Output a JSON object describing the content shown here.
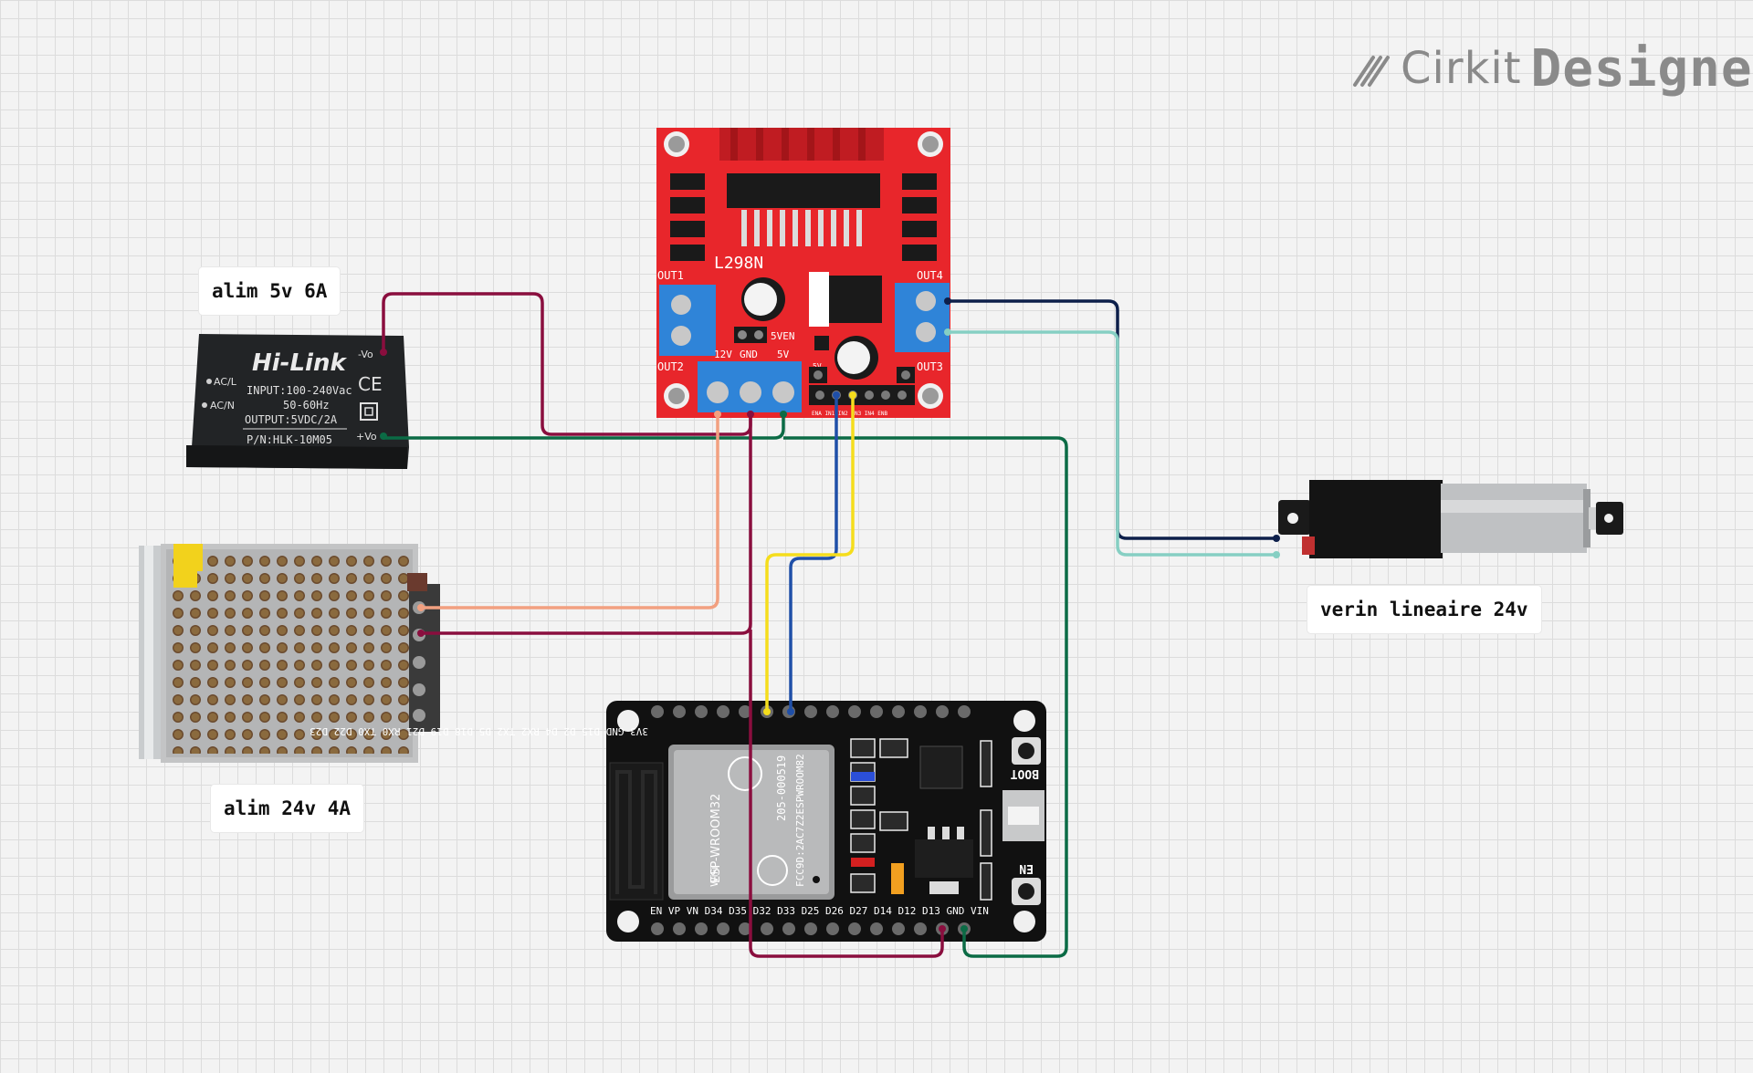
{
  "branding": {
    "brand": "Cirkit",
    "product": "Designer",
    "icon": "cirkit-logo-icon"
  },
  "labels": {
    "alim5v": "alim 5v 6A",
    "alim24v": "alim 24v 4A",
    "actuator": "verin lineaire 24v"
  },
  "hlk": {
    "logo": "Hi-Link",
    "input": "INPUT:100-240Vac",
    "freq": "50-60Hz",
    "output": "OUTPUT:5VDC/2A",
    "pn": "P/N:HLK-10M05",
    "acl": "AC/L",
    "acn": "AC/N",
    "vo_minus": "-Vo",
    "vo_plus": "+Vo",
    "ce": "CE"
  },
  "l298n": {
    "name": "L298N",
    "out1": "OUT1",
    "out2": "OUT2",
    "out3": "OUT3",
    "out4": "OUT4",
    "v12": "12V",
    "gnd": "GND",
    "v5": "5V",
    "en5v": "5VEN",
    "small5v": "5V",
    "pins": "ENA IN1 IN2 IN3 IN4 ENB"
  },
  "esp32": {
    "module": "ESP-WROOM32",
    "code": "205-000519",
    "id": "FCC9D:2AC7Z2ESPWROOM82",
    "top_pins": "3V3 GND D15 D2 D4 RX2 TX2 D5 D18 D19 D21 RX0 TX0 D22 D23",
    "bottom_pins": "EN VP VN D34 D35 D32 D33 D25 D26 D27 D14 D12 D13 GND VIN",
    "boot": "BOOT",
    "en": "EN",
    "wifi": "WiFi"
  },
  "colors": {
    "wire_maroon": "#8a0e3e",
    "wire_green": "#0b6b45",
    "wire_navy": "#0d1f4a",
    "wire_teal": "#86cfc3",
    "wire_salmon": "#f2a080",
    "wire_blue": "#1f4fa8",
    "wire_yellow": "#f5dd1c",
    "l298n_red": "#e8262b",
    "esp_black": "#111111"
  }
}
